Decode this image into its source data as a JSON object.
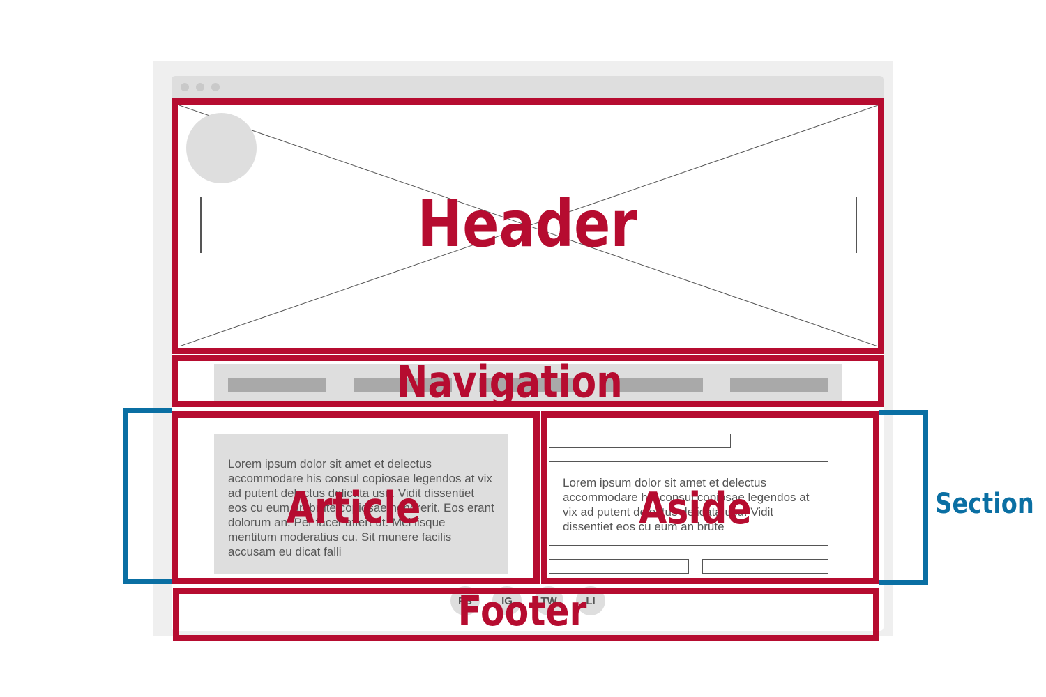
{
  "window": {
    "title_dots": 3
  },
  "nav": {
    "items": 5
  },
  "article": {
    "text": "Lorem ipsum dolor sit amet et delectus accommodare his consul copiosae legendos at vix ad putent delectus delicata usu. Vidit dissentiet eos cu eum an brute copiosae hendrerit. Eos erant dolorum an. Per facer affert ut. Mei iisque mentitum moderatius cu. Sit munere facilis accusam eu dicat falli"
  },
  "aside": {
    "text": "Lorem ipsum dolor sit amet et delectus accommodare his consul copiosae legendos at vix ad putent delectus delicata usu. Vidit dissentiet eos cu eum an brute"
  },
  "footer": {
    "social": [
      "FB",
      "IG",
      "TW",
      "LI"
    ]
  },
  "labels": {
    "header": "Header",
    "navigation": "Navigation",
    "article": "Article",
    "aside": "Aside",
    "footer": "Footer",
    "section": "Section"
  },
  "colors": {
    "region_outline": "#b60c30",
    "section_outline": "#0a6fa3",
    "placeholder": "#dedede",
    "nav_item": "#a9a9a9"
  }
}
